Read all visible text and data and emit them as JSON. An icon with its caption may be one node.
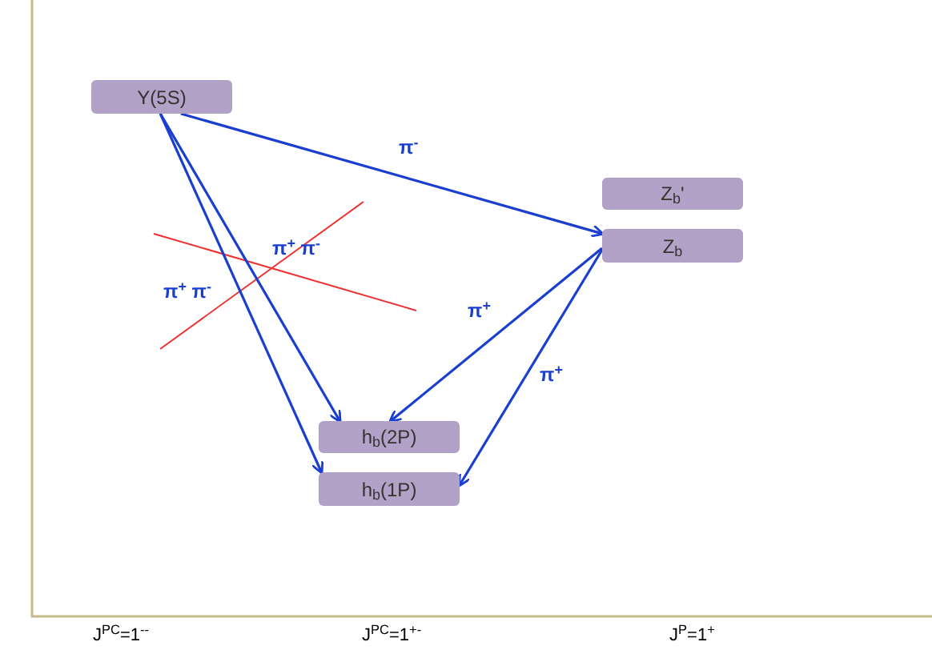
{
  "diagram": {
    "nodes": [
      {
        "text": [
          "Υ(5S)"
        ]
      },
      {
        "text": [
          "Z$_{b}$'"
        ]
      },
      {
        "text": [
          "Z$_{b}$"
        ]
      },
      {
        "text": [
          "h$_{b}$(2P)"
        ]
      },
      {
        "text": [
          "h$_{b}$(1P)"
        ]
      }
    ],
    "edges": [
      {
        "from": 0,
        "to": 2,
        "arrow": "to",
        "label": "π$^{-}$"
      },
      {
        "from": 0,
        "to": 3,
        "arrow": "to",
        "label": "π$^{+}$ π$^{-}$"
      },
      {
        "from": 0,
        "to": 4,
        "arrow": "to",
        "label": "π$^{+}$ π$^{-}$"
      },
      {
        "from": 2,
        "to": 3,
        "arrow": "to",
        "label": "π$^{+}$"
      },
      {
        "from": 2,
        "to": 4,
        "arrow": "to",
        "label": "π$^{+}$"
      }
    ],
    "labels": [
      "J$^{PC}$=1$^{--}$",
      "J$^{PC}$=1$^{+-}$",
      "J$^{P}$=1$^{+}$"
    ]
  }
}
